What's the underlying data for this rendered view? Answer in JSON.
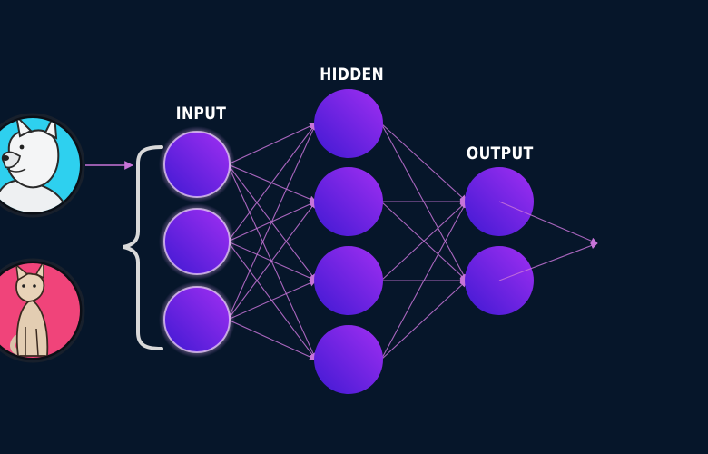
{
  "labels": {
    "input": "INPUT",
    "hidden": "HIDDEN",
    "output": "OUTPUT"
  },
  "colors": {
    "background": "#06162a",
    "node_dark": "#4a1ad8",
    "node_light": "#9a2cf0",
    "edge": "#c774d8",
    "dog_bg": "#2ed0ef",
    "cat_bg": "#f0447a",
    "bracket": "#d9d9d9"
  },
  "images": [
    {
      "name": "dog-image",
      "subject": "dog"
    },
    {
      "name": "cat-image",
      "subject": "cat"
    }
  ],
  "layers": [
    {
      "name": "input",
      "nodes": 3
    },
    {
      "name": "hidden",
      "nodes": 4
    },
    {
      "name": "output",
      "nodes": 2
    }
  ]
}
